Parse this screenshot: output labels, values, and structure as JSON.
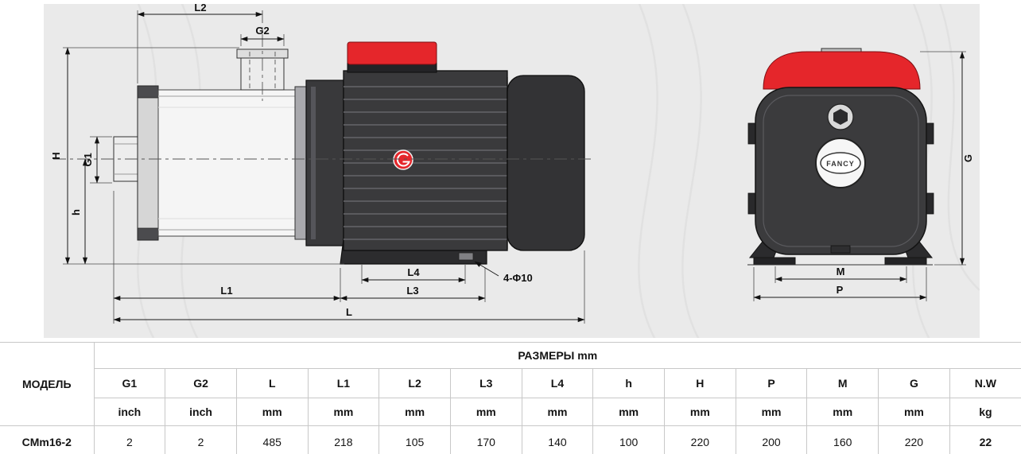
{
  "diagram": {
    "labels": {
      "L2": "L2",
      "G2": "G2",
      "H": "H",
      "G1": "G1",
      "h": "h",
      "L1": "L1",
      "L3": "L3",
      "L4": "L4",
      "L": "L",
      "holes": "4-Φ10",
      "M": "M",
      "P": "P",
      "G": "G"
    },
    "brand_name": "FANCY"
  },
  "table": {
    "model_header": "МОДЕЛЬ",
    "dims_header": "РАЗМЕРЫ mm",
    "model_value": "CMm16-2",
    "columns": [
      {
        "label": "G1",
        "unit": "inch",
        "value": "2"
      },
      {
        "label": "G2",
        "unit": "inch",
        "value": "2"
      },
      {
        "label": "L",
        "unit": "mm",
        "value": "485"
      },
      {
        "label": "L1",
        "unit": "mm",
        "value": "218"
      },
      {
        "label": "L2",
        "unit": "mm",
        "value": "105"
      },
      {
        "label": "L3",
        "unit": "mm",
        "value": "170"
      },
      {
        "label": "L4",
        "unit": "mm",
        "value": "140"
      },
      {
        "label": "h",
        "unit": "mm",
        "value": "100"
      },
      {
        "label": "H",
        "unit": "mm",
        "value": "220"
      },
      {
        "label": "P",
        "unit": "mm",
        "value": "200"
      },
      {
        "label": "M",
        "unit": "mm",
        "value": "160"
      },
      {
        "label": "G",
        "unit": "mm",
        "value": "220"
      },
      {
        "label": "N.W",
        "unit": "kg",
        "value": "22"
      }
    ]
  }
}
